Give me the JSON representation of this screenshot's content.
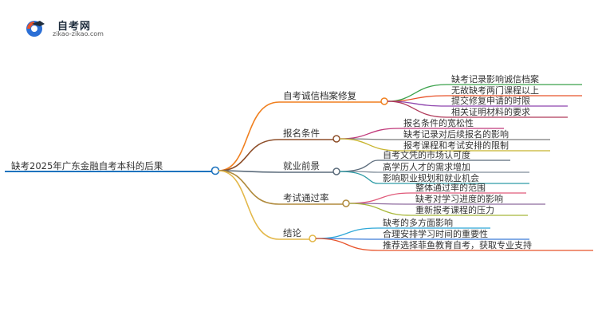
{
  "logo": {
    "brand": "自考网",
    "url": "zikao-zikao.com",
    "icon": "graduation-cap-icon"
  },
  "mindmap": {
    "root": "缺考2025年广东金融自考本科的后果",
    "colors": {
      "root": "#1e73be",
      "b1": "#f07f1e",
      "b2": "#8e4f2a",
      "b3": "#5b6b7b",
      "b4": "#b08a3c",
      "b5": "#e3b84a"
    },
    "branches": [
      {
        "label": "自考诚信档案修复",
        "children": [
          {
            "label": "缺考记录影响诚信档案",
            "color": "#3aa14a"
          },
          {
            "label": "无故缺考两门课程以上",
            "color": "#e8532a"
          },
          {
            "label": "提交修复申请的时限",
            "color": "#8e44ad"
          },
          {
            "label": "相关证明材料的要求",
            "color": "#b03a5a"
          }
        ]
      },
      {
        "label": "报名条件",
        "children": [
          {
            "label": "报名条件的宽松性",
            "color": "#c0397a"
          },
          {
            "label": "缺考记录对后续报名的影响",
            "color": "#7a7a7a"
          },
          {
            "label": "报考课程和考试安排的限制",
            "color": "#c8b42d"
          }
        ]
      },
      {
        "label": "就业前景",
        "children": [
          {
            "label": "自考文凭的市场认可度",
            "color": "#5b6b7b"
          },
          {
            "label": "高学历人才的需求增加",
            "color": "#7f8c99"
          },
          {
            "label": "影响职业规划和就业机会",
            "color": "#2e9ca6"
          }
        ]
      },
      {
        "label": "考试通过率",
        "children": [
          {
            "label": "整体通过率的范围",
            "color": "#e05a7a"
          },
          {
            "label": "缺考对学习进度的影响",
            "color": "#8e6a9e"
          },
          {
            "label": "重新报考课程的压力",
            "color": "#a8b83a"
          }
        ]
      },
      {
        "label": "结论",
        "children": [
          {
            "label": "缺考的多方面影响",
            "color": "#2fa8d8"
          },
          {
            "label": "合理安排学习时间的重要性",
            "color": "#3b7bd8"
          },
          {
            "label": "推荐选择菲鱼教育自考，获取专业支持",
            "color": "#e8532a"
          }
        ]
      }
    ]
  }
}
